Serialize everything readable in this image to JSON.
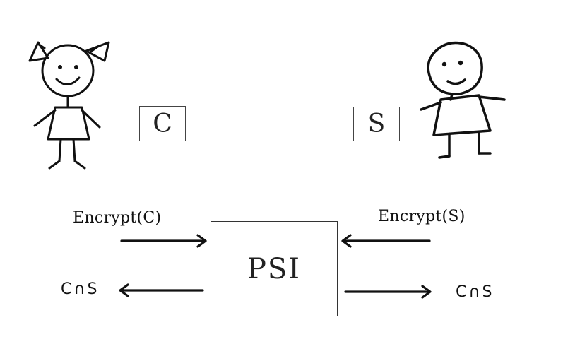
{
  "client": {
    "set_label": "C",
    "figure_icon": "girl-stick-figure-icon"
  },
  "server": {
    "set_label": "S",
    "figure_icon": "stick-figure-icon"
  },
  "center": {
    "label": "PSI"
  },
  "left": {
    "input_label": "Encrypt(C)",
    "output_label": "C∩S"
  },
  "right": {
    "input_label": "Encrypt(S)",
    "output_label": "C∩S"
  }
}
